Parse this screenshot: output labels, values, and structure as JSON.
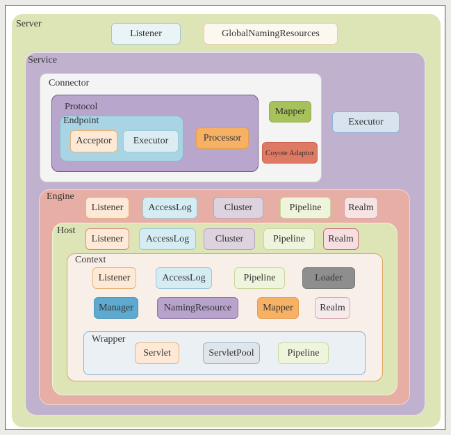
{
  "diagram": {
    "title": "Tomcat architecture component hierarchy",
    "server": {
      "label": "Server",
      "components": [
        "Listener",
        "GlobalNamingResources"
      ],
      "service": {
        "label": "Service",
        "executor": "Executor",
        "connector": {
          "label": "Connector",
          "mapper": "Mapper",
          "coyote_adaptor": "Coyote Adaptor",
          "protocol": {
            "label": "Protocol",
            "processor": "Processor",
            "endpoint": {
              "label": "Endpoint",
              "components": [
                "Acceptor",
                "Executor"
              ]
            }
          }
        },
        "engine": {
          "label": "Engine",
          "components": [
            "Listener",
            "AccessLog",
            "Cluster",
            "Pipeline",
            "Realm"
          ],
          "host": {
            "label": "Host",
            "components": [
              "Listener",
              "AccessLog",
              "Cluster",
              "Pipeline",
              "Realm"
            ],
            "context": {
              "label": "Context",
              "row1": [
                "Listener",
                "AccessLog",
                "Pipeline",
                "Loader"
              ],
              "row2": [
                "Manager",
                "NamingResource",
                "Mapper",
                "Realm"
              ],
              "wrapper": {
                "label": "Wrapper",
                "components": [
                  "Servlet",
                  "ServletPool",
                  "Pipeline"
                ]
              }
            }
          }
        }
      }
    }
  },
  "colors": {
    "server": "#dde5b6",
    "service": "#c0b1ce",
    "engine": "#e6aea4",
    "host": "#dde5b6",
    "context": "#f8efe9",
    "wrapper": "#eaf0f4",
    "mapper_connector": "#a7c25a",
    "coyote_adaptor": "#de7964",
    "processor": "#f7b165",
    "manager": "#5ea9cf",
    "naming_resource": "#b8a3cd",
    "loader": "#8e8e8e"
  }
}
